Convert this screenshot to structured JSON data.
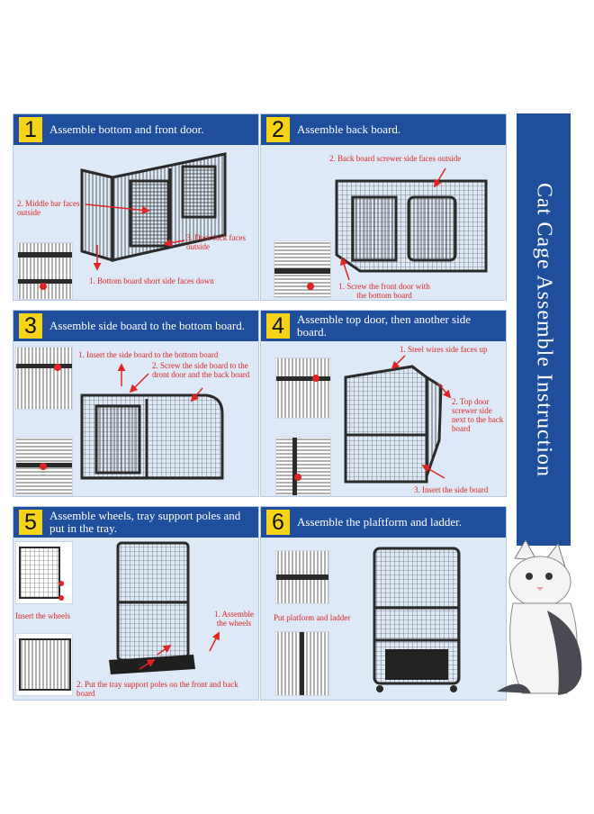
{
  "sidebar": {
    "title": "Cat Cage Assemble Instruction"
  },
  "steps": [
    {
      "number": "1",
      "title": "Assemble bottom and front door.",
      "notes": {
        "a": "2. Middle bar faces outside",
        "b": "3. Door lock faces outside",
        "c": "1. Bottom board short side faces down"
      }
    },
    {
      "number": "2",
      "title": "Assemble back board.",
      "notes": {
        "a": "2. Back board screwer side faces outside",
        "b": "1. Screw the front door with the bottom board"
      }
    },
    {
      "number": "3",
      "title": "Assemble side board to the bottom board.",
      "notes": {
        "a": "1. Insert the side board to the bottom board",
        "b": "2. Screw the side board to the dront door and the back board"
      }
    },
    {
      "number": "4",
      "title": "Assemble  top door, then another side board.",
      "notes": {
        "a": "1. Steel wires side faces up",
        "b": "2. Top door screwer side next to the back board",
        "c": "3. Insert the side board"
      }
    },
    {
      "number": "5",
      "title": "Assemble wheels, tray support poles and put in the tray.",
      "notes": {
        "a": "Insert the  wheels",
        "b": "1. Assemble the wheels",
        "c": "2. Put the tray support poles on the front and back board"
      }
    },
    {
      "number": "6",
      "title": "Assemble the plaftform and ladder.",
      "notes": {
        "a": "Put platform and ladder"
      }
    }
  ],
  "colors": {
    "header": "#1f4e9c",
    "badge": "#f5d316",
    "panel": "#dde9f6",
    "note": "#e02424",
    "cage": "#2a2a2a"
  }
}
